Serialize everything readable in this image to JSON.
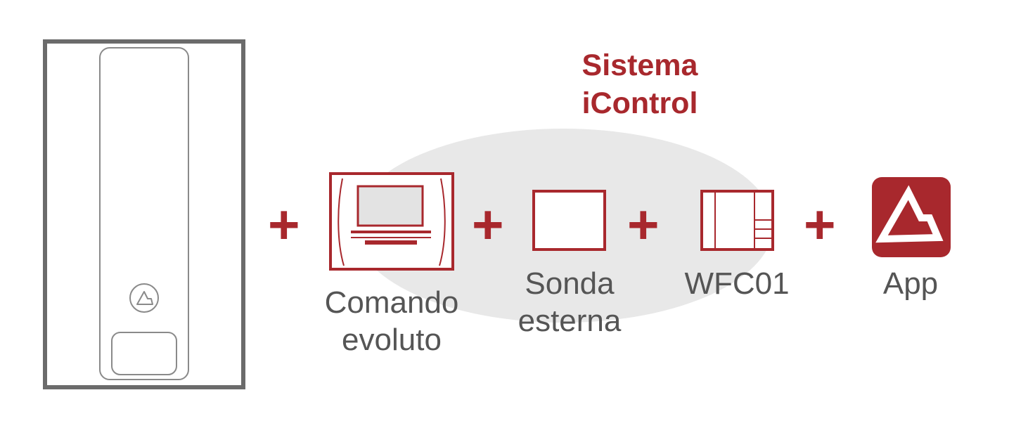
{
  "diagram": {
    "title_line1": "Sistema",
    "title_line2": "iControl",
    "plus_sign": "+",
    "components": {
      "comando": {
        "line1": "Comando",
        "line2": "evoluto"
      },
      "sonda": {
        "line1": "Sonda",
        "line2": "esterna"
      },
      "wfc": {
        "line1": "WFC01"
      },
      "app": {
        "line1": "App"
      }
    },
    "colors": {
      "accent": "#a8282d",
      "text": "#555555",
      "outline": "#6b6b6b",
      "system_area": "#e8e8e8"
    },
    "icons": [
      "boiler-unit",
      "thermostat-icon",
      "outdoor-sensor-icon",
      "wfc01-module-icon",
      "app-logo-icon"
    ]
  }
}
